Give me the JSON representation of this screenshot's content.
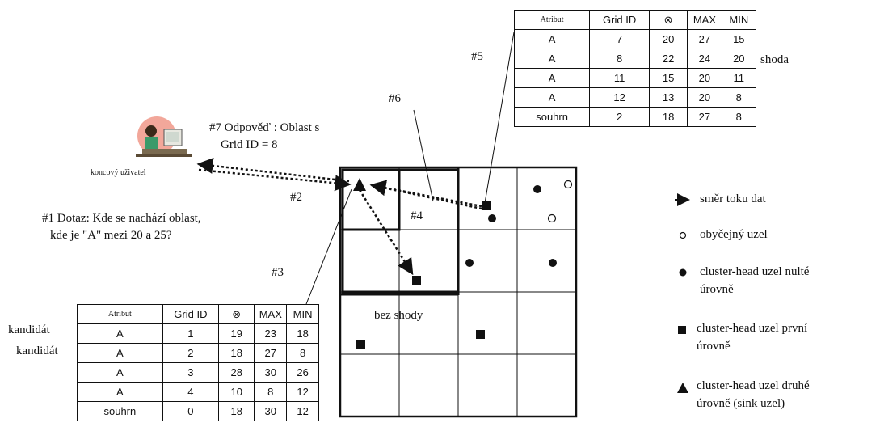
{
  "user": {
    "label": "koncový uživatel"
  },
  "steps": {
    "query": "#1 Dotaz: Kde se nachází oblast,",
    "query2": "kde je \"A\" mezi 20 a 25?",
    "s2": "#2",
    "s3": "#3",
    "s4": "#4",
    "s5": "#5",
    "s6": "#6",
    "answer": "#7 Odpověď : Oblast s",
    "answer2": "Grid ID = 8"
  },
  "grid": {
    "no_match": "bez shody"
  },
  "top_table": {
    "headers": [
      "Atribut",
      "Grid ID",
      "⊗",
      "MAX",
      "MIN"
    ],
    "rows": [
      [
        "A",
        "7",
        "20",
        "27",
        "15"
      ],
      [
        "A",
        "8",
        "22",
        "24",
        "20"
      ],
      [
        "A",
        "11",
        "15",
        "20",
        "11"
      ],
      [
        "A",
        "12",
        "13",
        "20",
        "8"
      ],
      [
        "souhrn",
        "2",
        "18",
        "27",
        "8"
      ]
    ],
    "match_label": "shoda"
  },
  "bottom_table": {
    "headers": [
      "Atribut",
      "Grid ID",
      "⊗",
      "MAX",
      "MIN"
    ],
    "rows": [
      [
        "A",
        "1",
        "19",
        "23",
        "18"
      ],
      [
        "A",
        "2",
        "18",
        "27",
        "8"
      ],
      [
        "A",
        "3",
        "28",
        "30",
        "26"
      ],
      [
        "A",
        "4",
        "10",
        "8",
        "12"
      ],
      [
        "souhrn",
        "0",
        "18",
        "30",
        "12"
      ]
    ],
    "candidate_label_1": "kandidát",
    "candidate_label_2": "kandidát"
  },
  "legend": {
    "flow": "směr toku dat",
    "ordinary": "obyčejný uzel",
    "ch0_a": "cluster-head uzel nulté",
    "ch0_b": "úrovně",
    "ch1_a": "cluster-head uzel první",
    "ch1_b": "úrovně",
    "ch2_a": "cluster-head uzel druhé",
    "ch2_b": "úrovně (sink uzel)"
  }
}
